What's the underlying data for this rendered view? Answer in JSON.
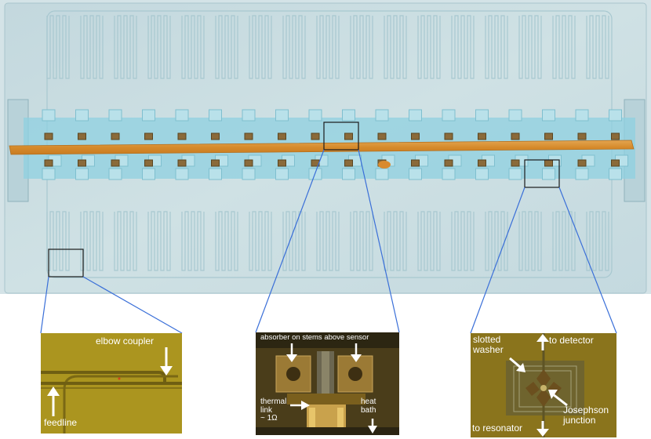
{
  "figure": {
    "panels": {
      "feedline": {
        "labels": {
          "elbow_coupler": "elbow coupler",
          "feedline": "feedline"
        }
      },
      "absorber": {
        "labels": {
          "absorber": "absorber on stems above sensor",
          "thermal_link": "thermal\nlink\n~ 1Ω",
          "heat_bath": "heat\nbath"
        }
      },
      "junction": {
        "labels": {
          "slotted_washer": "slotted\nwasher",
          "to_detector": "to detector",
          "josephson_junction": "Josephson\njunction",
          "to_resonator": "to resonator"
        }
      }
    },
    "colors": {
      "zoom_lines": "#3a6fd8",
      "chip_background": "#c9dde2",
      "feedline_strip": "#d9902e",
      "pixel_band": "#66c2d8",
      "label_text": "#ffffff"
    }
  }
}
